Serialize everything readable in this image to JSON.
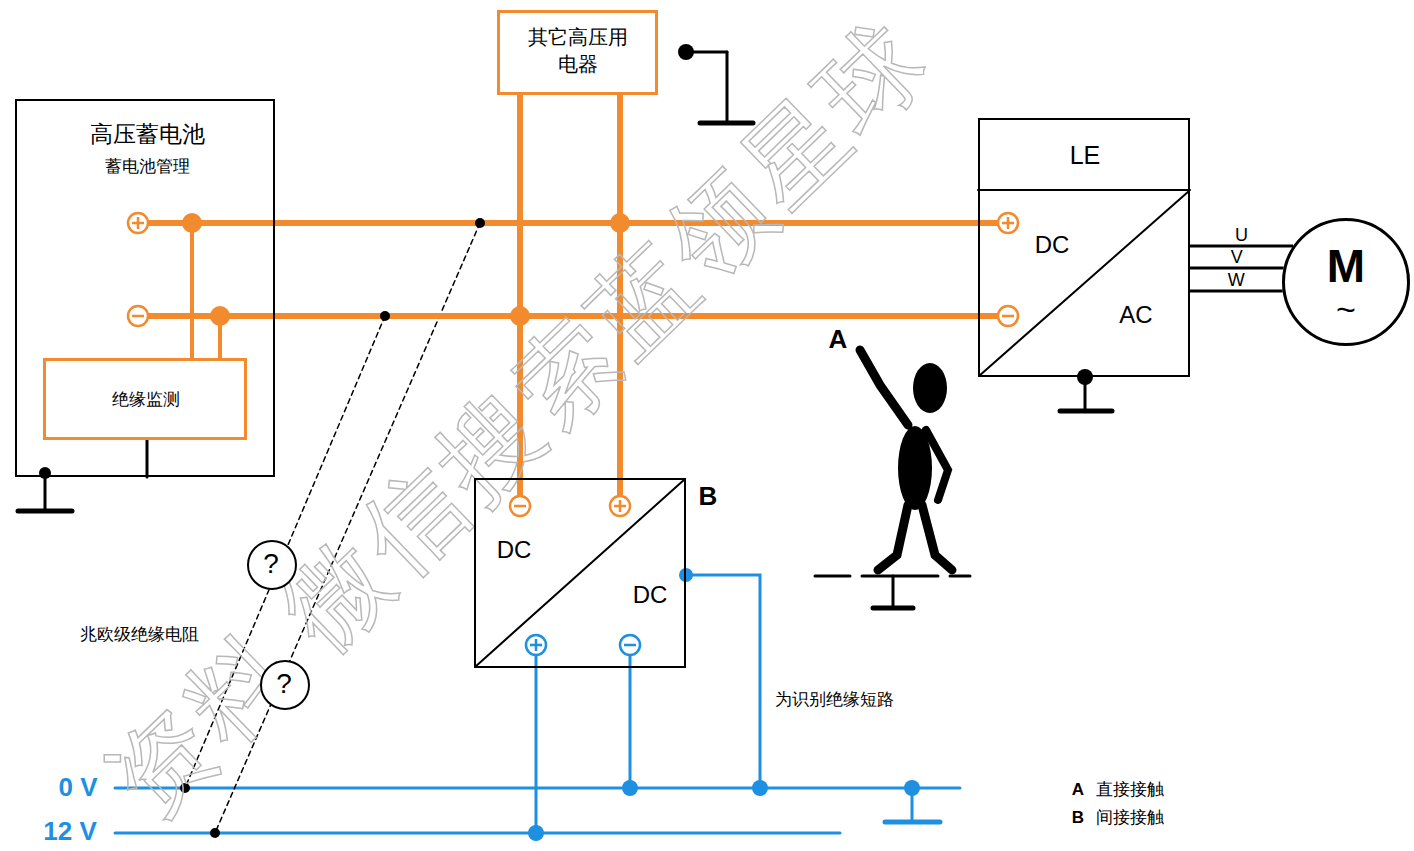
{
  "diagram": {
    "nodes": [
      {
        "text": [
          "高压蓄电池",
          "蓄电池管理"
        ]
      },
      {
        "text": [
          "绝缘监测"
        ],
        "in": 0
      },
      {
        "text": [
          "其它高压用 电器"
        ]
      },
      {
        "text": [
          "LE",
          "DC",
          "AC"
        ]
      },
      {
        "text": [
          "M",
          "~"
        ]
      },
      {
        "text": [
          "DC",
          "DC"
        ]
      },
      {
        "text": [
          "?"
        ]
      },
      {
        "text": [
          "?"
        ]
      }
    ],
    "edges": [
      {
        "from": 0,
        "to": 3,
        "arrow": "none"
      },
      {
        "from": 0,
        "to": 3,
        "arrow": "none"
      },
      {
        "from": 0,
        "to": 2,
        "arrow": "none"
      },
      {
        "from": 0,
        "to": 2,
        "arrow": "none"
      },
      {
        "from": 0,
        "to": 5,
        "arrow": "none"
      },
      {
        "from": 0,
        "to": 5,
        "arrow": "none"
      },
      {
        "from": 3,
        "to": 4,
        "label": "U",
        "arrow": "none"
      },
      {
        "from": 3,
        "to": 4,
        "label": "V",
        "arrow": "none"
      },
      {
        "from": 3,
        "to": 4,
        "label": "W",
        "arrow": "none"
      }
    ],
    "labels": [
      "A",
      "兆欧级绝缘电阻",
      "为识别绝缘短路",
      "0 V",
      "12 V",
      "B",
      "A",
      "直接接触",
      "B",
      "间接接触",
      "资料 微信搜索蓝领星球"
    ]
  }
}
